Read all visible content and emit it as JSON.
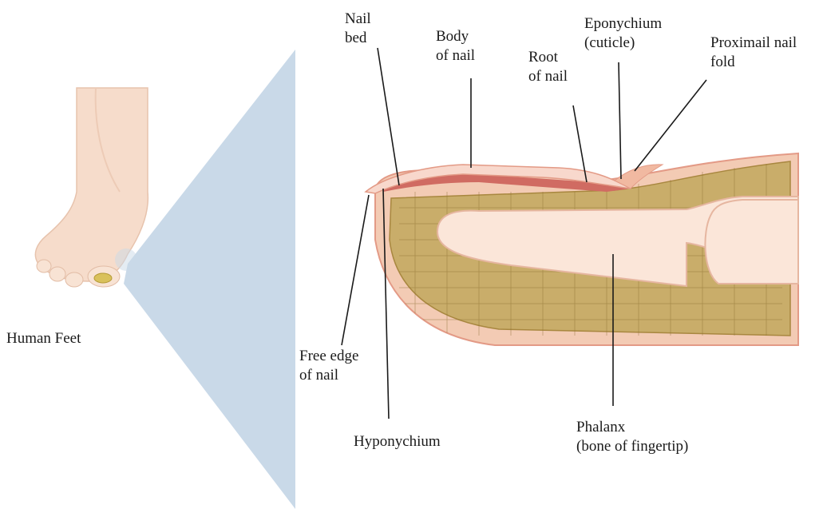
{
  "foot": {
    "caption": "Human Feet",
    "icon": "foot-illustration"
  },
  "labels": {
    "nail_bed": [
      "Nail",
      "bed"
    ],
    "body_of_nail": [
      "Body",
      "of nail"
    ],
    "root_of_nail": [
      "Root",
      "of nail"
    ],
    "eponychium": [
      "Eponychium",
      "(cuticle)"
    ],
    "proximal_nail_fold": [
      "Proximail nail",
      "fold"
    ],
    "free_edge": [
      "Free edge",
      "of nail"
    ],
    "hyponychium": [
      "Hyponychium"
    ],
    "phalanx": [
      "Phalanx",
      "(bone of fingertip)"
    ]
  },
  "colors": {
    "zoom_cone": "#c9d9e8",
    "skin": "#f3cbb4",
    "skin_edge": "#e39a86",
    "nail": "#f8d8cc",
    "nail_bed": "#d06b62",
    "fat": "#c9ad6a",
    "fat_dark": "#a8873f",
    "bone": "#fbe6d9",
    "foot": "#f6dccb"
  }
}
